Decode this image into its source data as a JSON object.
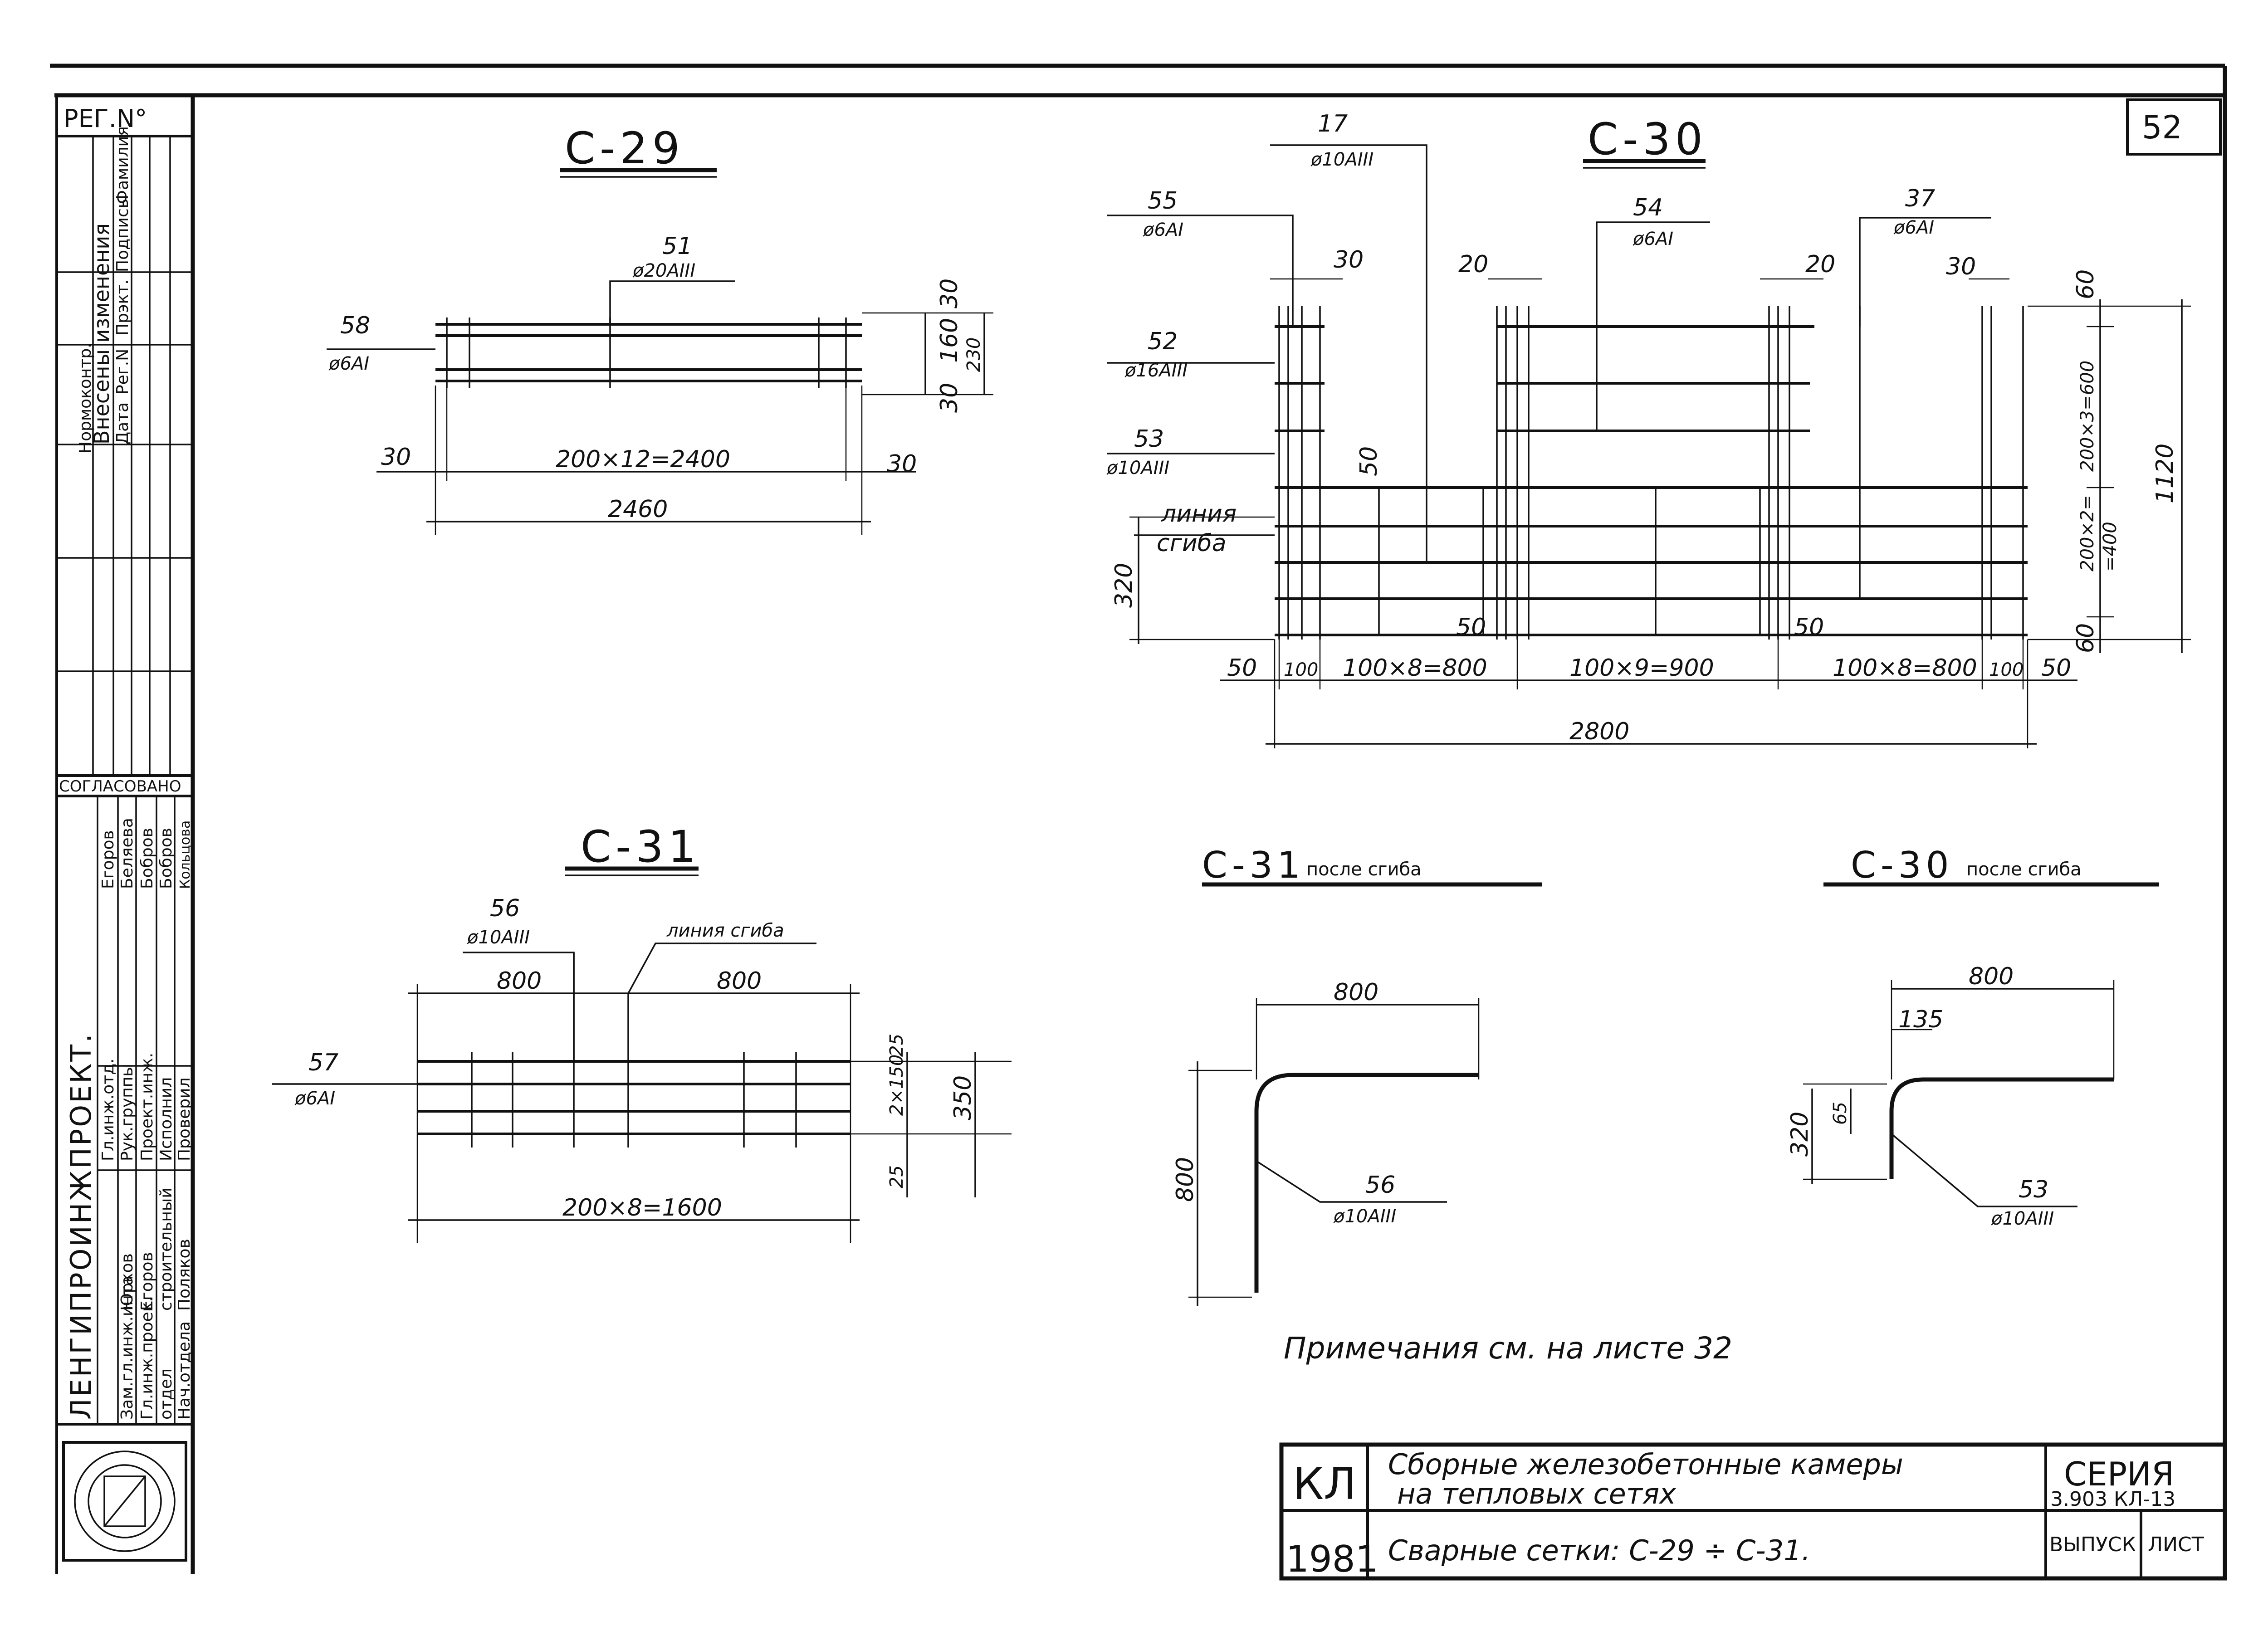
{
  "sheet_number": "52",
  "side_stamp": {
    "reg_no": "РЕГ.N°",
    "change_rows": [
      "Нормоконтр.",
      "Внесены изменения",
      "Дата",
      "Рег.N",
      "Прэкт.",
      "Подпись",
      "Фамилия"
    ],
    "agreed": "СОГЛАСОВАНО",
    "roles": [
      "Гл.инж.отд.",
      "Рук.группы",
      "Проект.инж.",
      "Исполнил",
      "Проверил"
    ],
    "names": [
      "Егоров",
      "Беляева",
      "Бобров",
      "Бобров",
      "Кольцова"
    ],
    "org_roles": [
      "Зам.гл.инж.инта",
      "Гл.инж.проек.",
      "отдел",
      "Нач.отдела"
    ],
    "org_names": [
      "Юрков",
      "Егоров",
      "строительный",
      "Поляков"
    ],
    "organization": "ЛЕНГИПРОИНЖПРОЕКТ."
  },
  "views": {
    "c29": {
      "title": "С-29",
      "callouts": [
        {
          "mark": "51",
          "bar": "ø20АIII"
        },
        {
          "mark": "58",
          "bar": "ø6АI"
        }
      ],
      "dims": {
        "inner": "200×12=2400",
        "overall": "2460",
        "left": "30",
        "right": "30",
        "top": "30",
        "mid": "160",
        "bot": "30",
        "height": "230"
      }
    },
    "c30": {
      "title": "С-30",
      "callouts": [
        {
          "mark": "17",
          "bar": "ø10АIII"
        },
        {
          "mark": "55",
          "bar": "ø6АI"
        },
        {
          "mark": "54",
          "bar": "ø6АI"
        },
        {
          "mark": "37",
          "bar": "ø6АI"
        },
        {
          "mark": "52",
          "bar": "ø16АIII"
        },
        {
          "mark": "53",
          "bar": "ø10АIII"
        }
      ],
      "bend_line": [
        "линия",
        "сгиба"
      ],
      "dims": {
        "top_30a": "30",
        "top_20a": "20",
        "top_20b": "20",
        "top_30b": "30",
        "v_60a": "60",
        "v_grid1": "200×3=600",
        "v_grid2": "200×2=",
        "v_grid2b": "=400",
        "v_60b": "60",
        "v_total": "1120",
        "h_320": "320",
        "h_50": "50",
        "h_50b": "50",
        "h_50c": "50",
        "b_50l": "50",
        "b_100l": "100",
        "b_seg1": "100×8=800",
        "b_seg2": "100×9=900",
        "b_seg3": "100×8=800",
        "b_100r": "100",
        "b_50r": "50",
        "overall": "2800"
      }
    },
    "c31": {
      "title": "С-31",
      "callouts": [
        {
          "mark": "56",
          "bar": "ø10АIII"
        },
        {
          "mark": "57",
          "bar": "ø6АI"
        }
      ],
      "bend_line": "линия сгиба",
      "dims": {
        "left": "800",
        "right": "800",
        "inner": "200×8=1600",
        "top": "25",
        "mid": "2×150",
        "bot": "25",
        "height": "350"
      }
    },
    "c31_bent": {
      "title": "С-31",
      "subtitle": "после сгиба",
      "dims": {
        "top": "800",
        "side": "800"
      },
      "callout": {
        "mark": "56",
        "bar": "ø10АIII"
      }
    },
    "c30_bent": {
      "title": "С-30",
      "subtitle": "после сгиба",
      "dims": {
        "top": "800",
        "d135": "135",
        "d320": "320",
        "d65": "65"
      },
      "callout": {
        "mark": "53",
        "bar": "ø10АIII"
      }
    }
  },
  "note": "Примечания см. на листе 32",
  "title_block": {
    "code": "КЛ",
    "year": "1981",
    "title_line1": "Сборные железобетонные камеры",
    "title_line2": "на тепловых сетях",
    "sheet_name": "Сварные сетки: С-29 ÷ С-31.",
    "series_label": "СЕРИЯ",
    "series_code": "3.903 КЛ-13",
    "issue_label": "ВЫПУСК",
    "sheet_label": "ЛИСТ"
  }
}
